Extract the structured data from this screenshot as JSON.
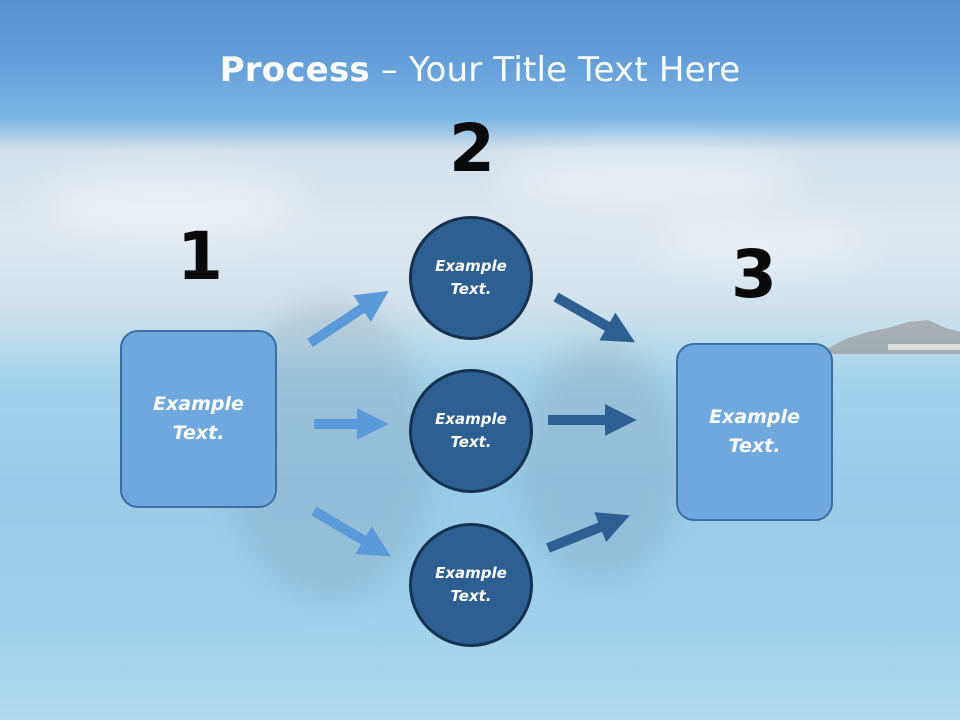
{
  "slide": {
    "title_bold": "Process",
    "title_rest": " – Your Title Text Here"
  },
  "steps": {
    "num1": "1",
    "num2": "2",
    "num3": "3"
  },
  "boxes": {
    "left": "Example\nText.",
    "right": "Example\nText."
  },
  "circles": [
    "Example\nText.",
    "Example\nText.",
    "Example\nText."
  ],
  "colors": {
    "box_fill": "#6ea8de",
    "circle_fill": "#2d5f93",
    "light_arrow": "#5b9ad8",
    "dark_arrow": "#2e5f93"
  }
}
